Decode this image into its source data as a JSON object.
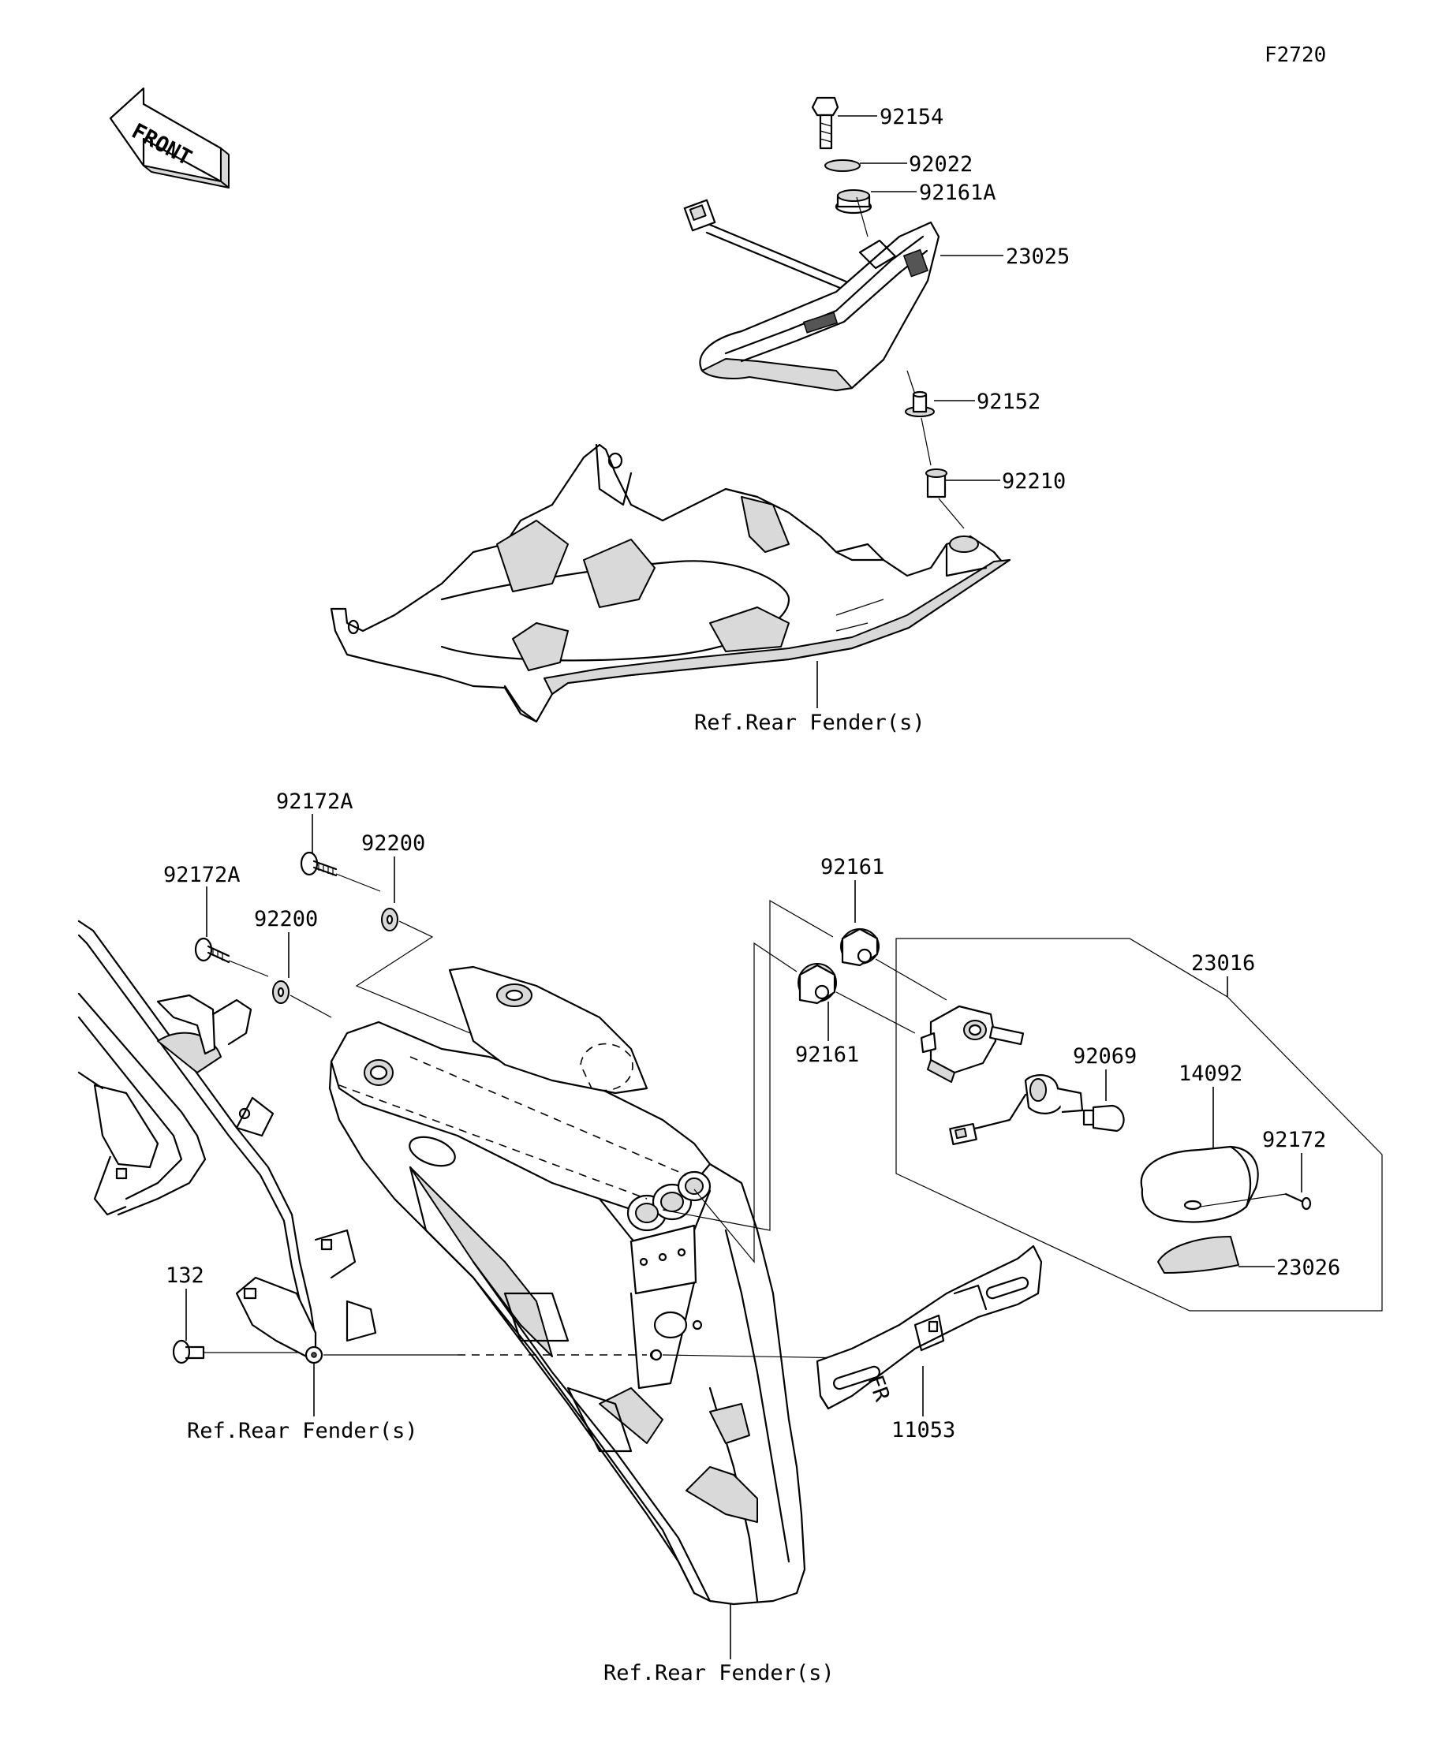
{
  "figure_id": "F2720",
  "front_arrow_label": "FRONT",
  "labels": {
    "p92154": "92154",
    "p92022": "92022",
    "p92161A": "92161A",
    "p23025": "23025",
    "p92152": "92152",
    "p92210": "92210",
    "ref_top": "Ref.Rear Fender(s)",
    "p92172A_a": "92172A",
    "p92200_a": "92200",
    "p92172A_b": "92172A",
    "p92200_b": "92200",
    "p92161_a": "92161",
    "p92161_b": "92161",
    "p23016": "23016",
    "p92069": "92069",
    "p14092": "14092",
    "p92172": "92172",
    "p23026": "23026",
    "p132": "132",
    "ref_left": "Ref.Rear Fender(s)",
    "p11053": "11053",
    "ref_bottom": "Ref.Rear Fender(s)"
  }
}
